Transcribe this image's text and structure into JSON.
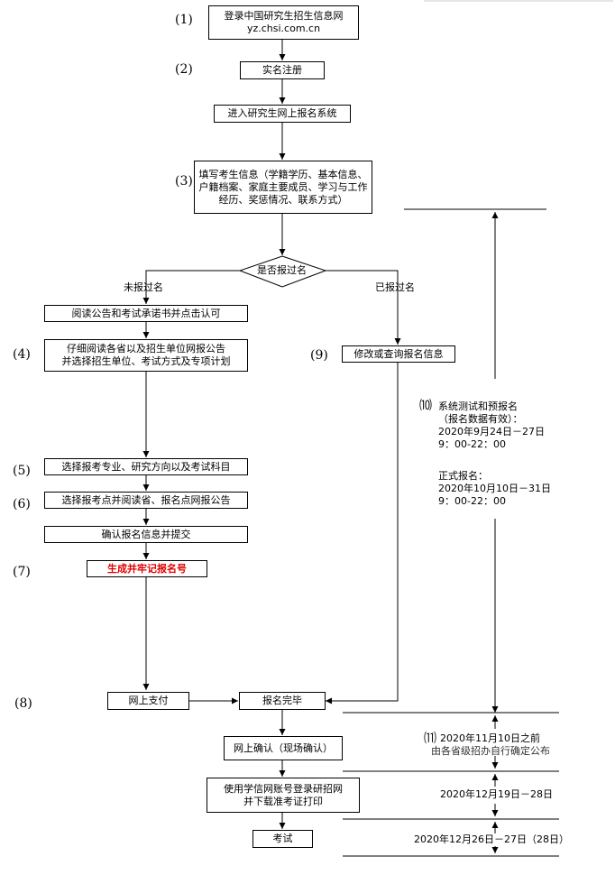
{
  "steps": {
    "login": "登录中国研究生招生信息网\nyz.chsi.com.cn",
    "register": "实名注册",
    "enter_system": "进入研究生网上报名系统",
    "fill_info": "填写考生信息（学籍学历、基本信息、户籍档案、家庭主要成员、学习与工作经历、奖惩情况、联系方式）",
    "decision": "是否报过名",
    "read_notice": "阅读公告和考试承诺书并点击认可",
    "read_units": "仔细阅读各省以及招生单位网报公告\n并选择招生单位、考试方式及专项计划",
    "select_major": "选择报考专业、研究方向以及考试科目",
    "select_site": "选择报考点并阅读省、报名点网报公告",
    "confirm_submit": "确认报名信息并提交",
    "gen_number": "生成并牢记报名号",
    "modify": "修改或查询报名信息",
    "pay": "网上支付",
    "done": "报名完毕",
    "onsite": "网上确认（现场确认）",
    "print_ticket": "使用学信网账号登录研招网\n并下载准考证打印",
    "exam": "考试"
  },
  "branches": {
    "not_registered": "未报过名",
    "registered": "已报过名"
  },
  "step_numbers": [
    "(1)",
    "(2)",
    "(3)",
    "(4)",
    "(5)",
    "(6)",
    "(7)",
    "(8)",
    "(9)",
    "⑽",
    "⑾"
  ],
  "timeline": {
    "prereg": "系统测试和预报名\n（报名数据有效）：\n2020年9月24日－27日\n9：00-22：00",
    "formal": "正式报名：\n2020年10月10日－31日\n9：00-22：00",
    "confirm_date": "2020年11月10日之前",
    "confirm_note": "由各省级招办自行确定公布",
    "print_date": "2020年12月19日－28日",
    "exam_date": "2020年12月26日－27日（28日）"
  }
}
